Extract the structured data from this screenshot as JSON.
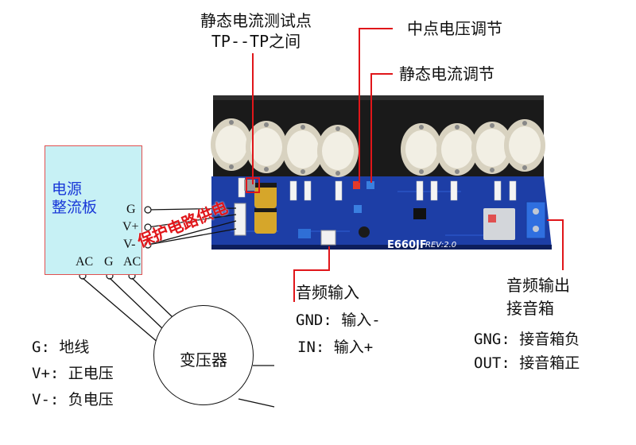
{
  "labels": {
    "quiescent_test_line1": "静态电流测试点",
    "quiescent_test_line2": "TP--TP之间",
    "midpoint_voltage": "中点电压调节",
    "quiescent_adjust": "静态电流调节",
    "audio_in_title": "音频输入",
    "audio_in_gnd": "GND: 输入-",
    "audio_in_in": "IN: 输入+",
    "audio_out_line1": "音频输出",
    "audio_out_line2": "接音箱",
    "audio_out_gng": "GNG: 接音箱负",
    "audio_out_out": "OUT: 接音箱正"
  },
  "psu": {
    "title_line1": "电源",
    "title_line2": "整流板",
    "terms": [
      "G",
      "V+",
      "V-",
      "AC",
      "G",
      "AC"
    ]
  },
  "overlay": {
    "text": "保护电路供电"
  },
  "transformer": {
    "label": "变压器"
  },
  "legend": [
    {
      "text": "G: 地线"
    },
    {
      "text": "V+: 正电压"
    },
    {
      "text": "V-: 负电压"
    }
  ],
  "board": {
    "model": "E660JF",
    "rev": "REV:2.0"
  },
  "colors": {
    "pcb": "#1d3ea6",
    "heatsink": "#1c1c1c",
    "pointer_red": "#e0161a",
    "psu_fill": "#c7f1f5"
  }
}
